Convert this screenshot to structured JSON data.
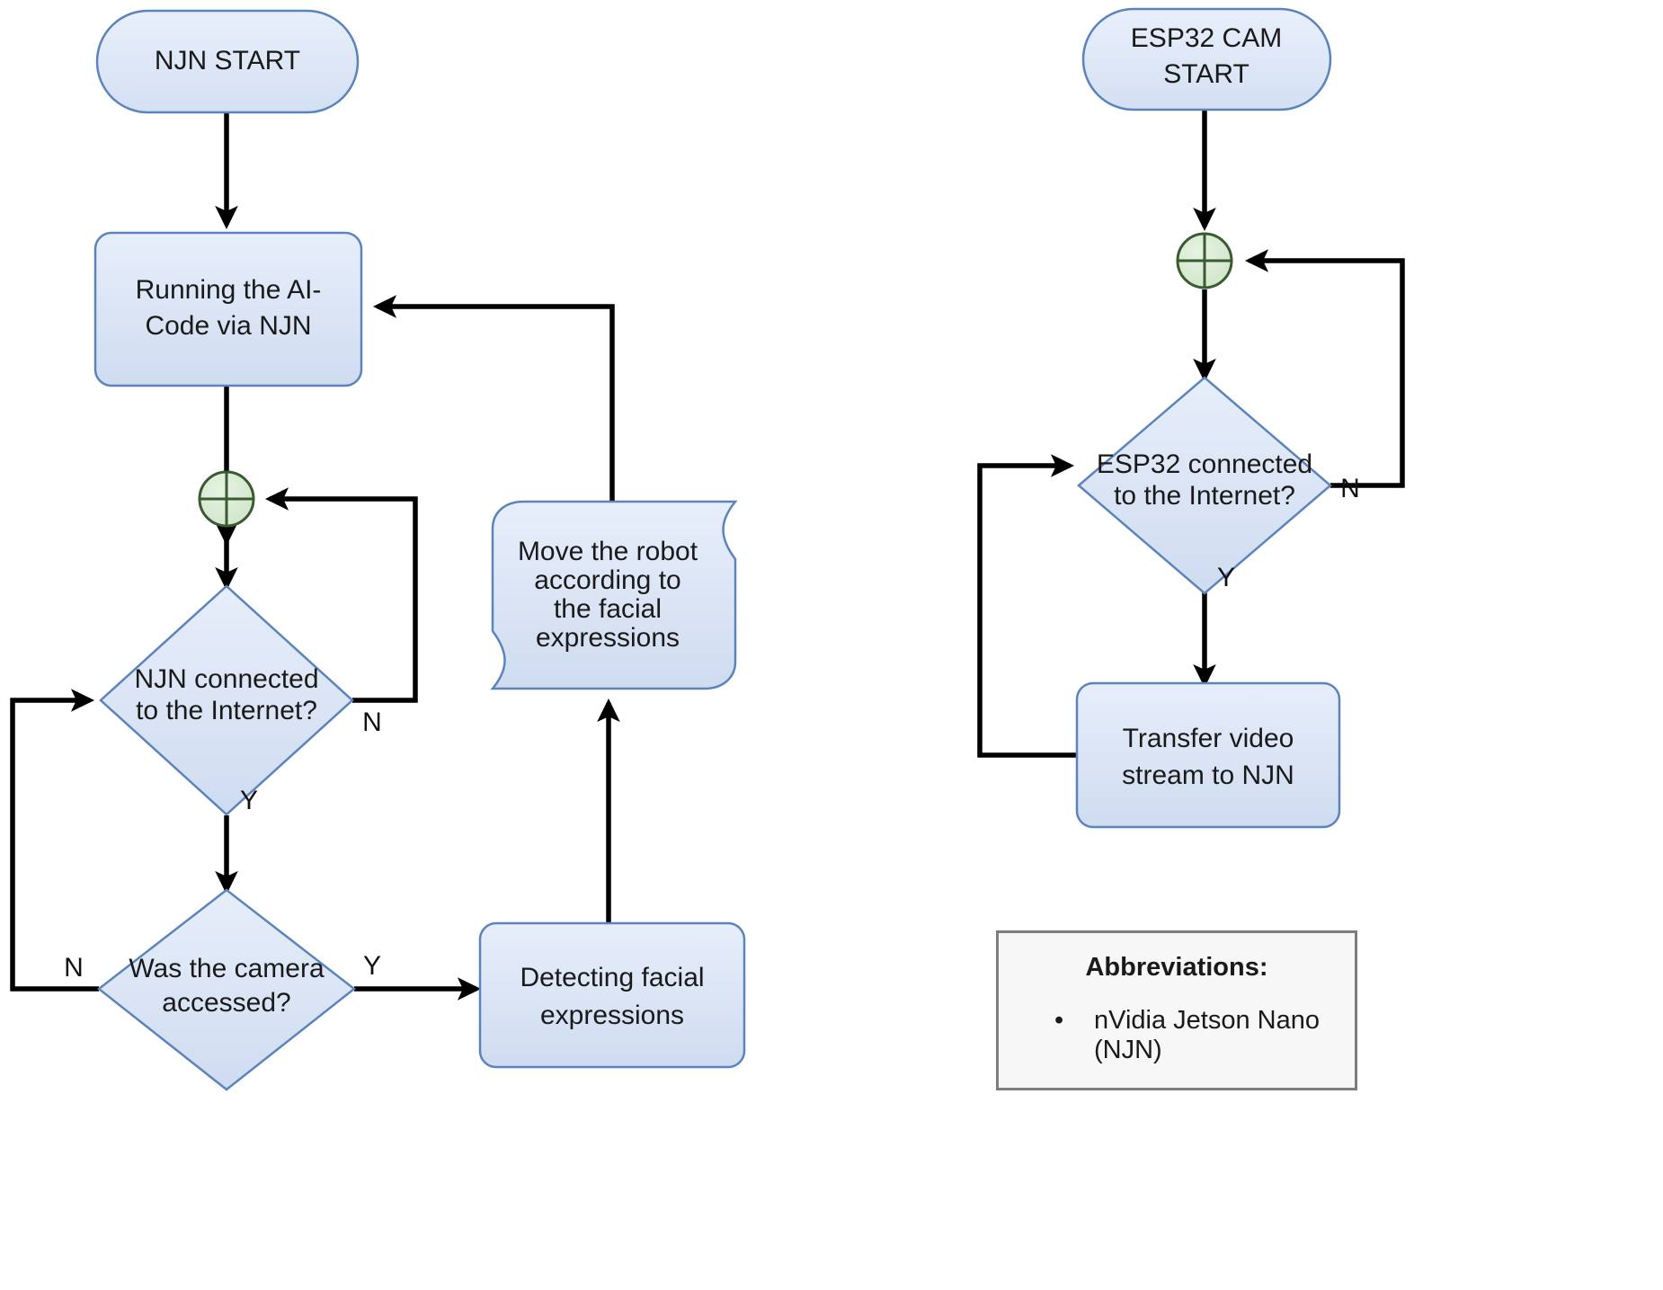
{
  "diagram": {
    "title": "Flowchart of NJN and ESP32 CAM operation",
    "colors": {
      "node_fill": "#dce6f5",
      "node_stroke": "#5b84bc",
      "merge_fill": "#d5e8d4",
      "merge_stroke": "#3a5a30",
      "edge": "#000000",
      "legend_bg": "#f7f7f7",
      "legend_border": "#7d7d7d"
    },
    "left_branch": {
      "start": {
        "label": "NJN START",
        "shape": "terminator"
      },
      "process_ai": {
        "line1": "Running the AI-",
        "line2": "Code via NJN",
        "shape": "process"
      },
      "merge": {
        "label": "merge-node",
        "shape": "circle-cross"
      },
      "decision_internet": {
        "line1": "NJN connected",
        "line2": "to the Internet?",
        "shape": "decision"
      },
      "decision_camera": {
        "line1": "Was the camera",
        "line2": "accessed?",
        "shape": "decision"
      },
      "detect": {
        "line1": "Detecting facial",
        "line2": "expressions",
        "shape": "process"
      },
      "move_robot": {
        "line1": "Move the robot",
        "line2": "according to",
        "line3": "the facial",
        "line4": "expressions",
        "shape": "document"
      },
      "labels": {
        "internet_no": "N",
        "internet_yes": "Y",
        "camera_no": "N",
        "camera_yes": "Y"
      }
    },
    "right_branch": {
      "start": {
        "line1": "ESP32 CAM",
        "line2": "START",
        "shape": "terminator"
      },
      "merge": {
        "label": "merge-node",
        "shape": "circle-cross"
      },
      "decision_internet": {
        "line1": "ESP32 connected",
        "line2": "to the Internet?",
        "shape": "decision"
      },
      "transfer": {
        "line1": "Transfer video",
        "line2": "stream to NJN",
        "shape": "process"
      },
      "labels": {
        "internet_no": "N",
        "internet_yes": "Y"
      }
    },
    "legend": {
      "title": "Abbreviations:",
      "items": [
        {
          "bullet": "•",
          "text": "nVidia Jetson Nano (NJN)"
        }
      ]
    }
  }
}
